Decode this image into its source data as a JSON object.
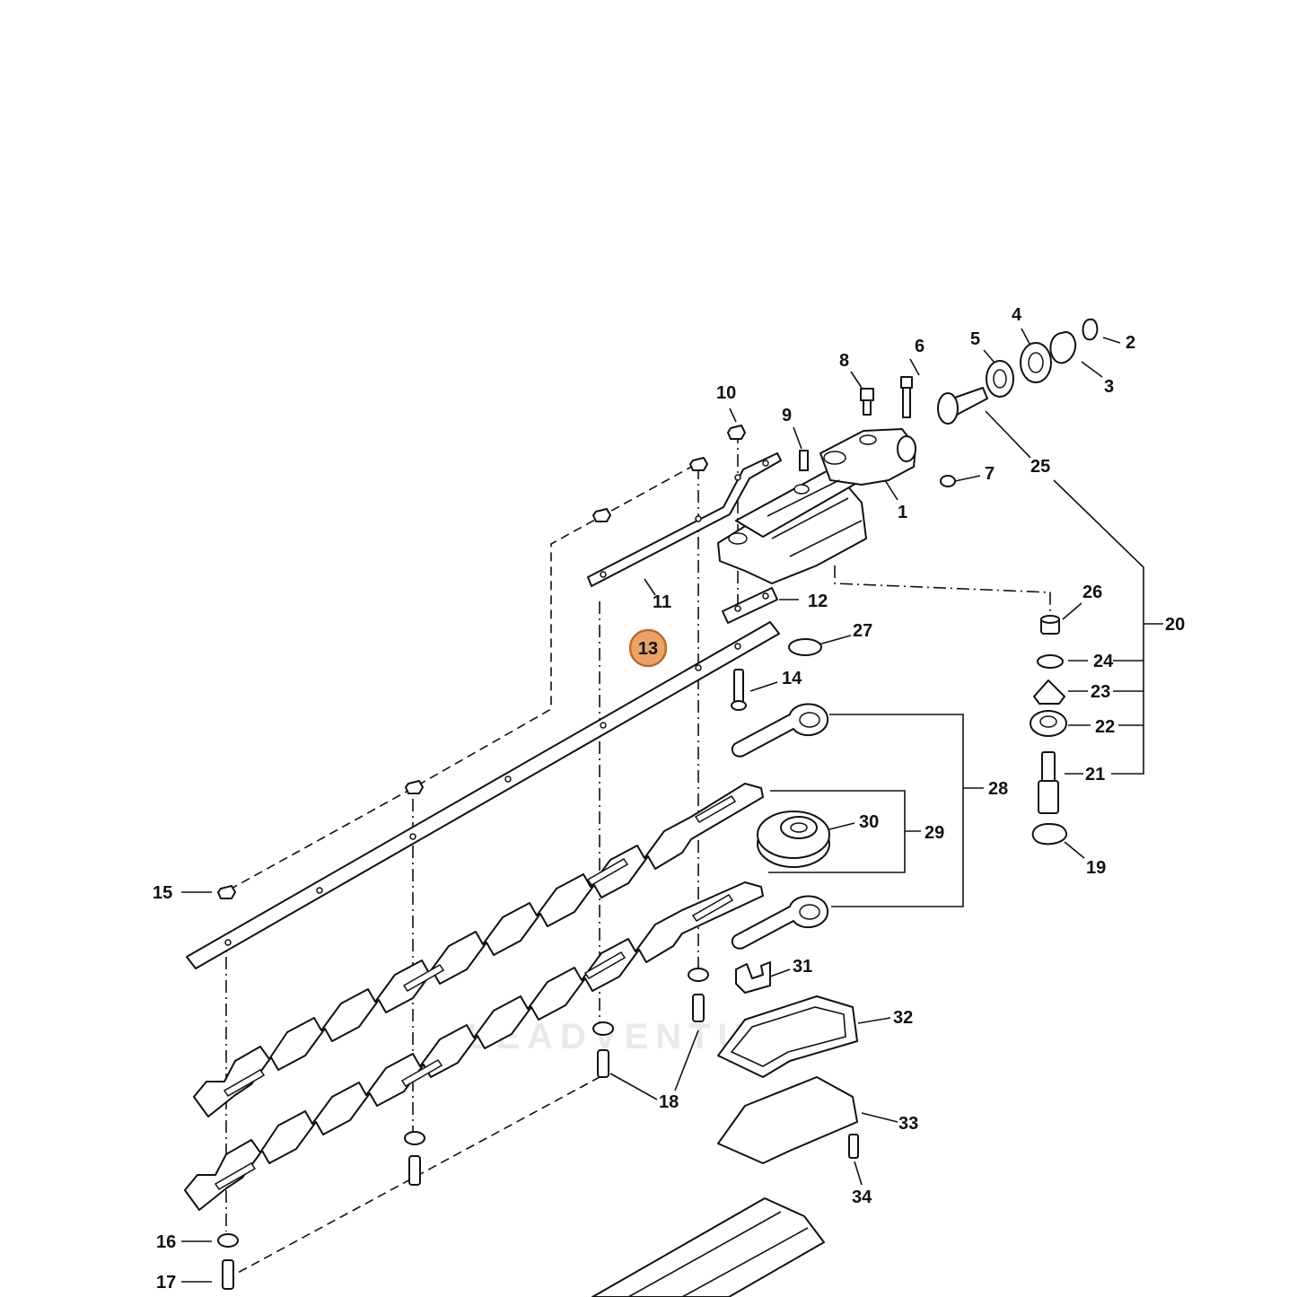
{
  "watermark": "LEADVENTURE",
  "highlight": {
    "label": "13",
    "color": "#e8a36a",
    "border": "#c26a26"
  },
  "callouts": [
    "1",
    "2",
    "3",
    "4",
    "5",
    "6",
    "7",
    "8",
    "9",
    "10",
    "11",
    "12",
    "14",
    "15",
    "16",
    "17",
    "18",
    "19",
    "20",
    "21",
    "22",
    "23",
    "24",
    "25",
    "26",
    "27",
    "28",
    "29",
    "30",
    "31",
    "32",
    "33",
    "34"
  ]
}
